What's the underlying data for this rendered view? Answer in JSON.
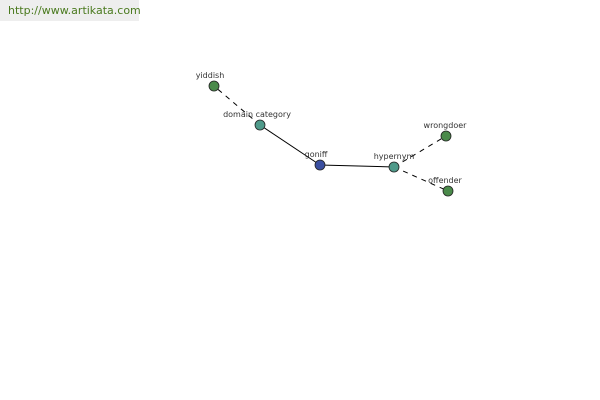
{
  "watermark": {
    "text": "http://www.artikata.com",
    "color": "#4a7a1e"
  },
  "colors": {
    "root": "#3a4fa0",
    "relation": "#4f9a8a",
    "leaf": "#4a8a4a",
    "edge": "#000000"
  },
  "graph": {
    "nodes": [
      {
        "id": "goniff",
        "label": "goniff",
        "kind": "root"
      },
      {
        "id": "domain-category",
        "label": "domain category",
        "kind": "relation"
      },
      {
        "id": "yiddish",
        "label": "yiddish",
        "kind": "leaf"
      },
      {
        "id": "hypernym",
        "label": "hypernym",
        "kind": "relation"
      },
      {
        "id": "wrongdoer",
        "label": "wrongdoer",
        "kind": "leaf"
      },
      {
        "id": "offender",
        "label": "offender",
        "kind": "leaf"
      }
    ],
    "edges": [
      {
        "from": "goniff",
        "to": "domain-category",
        "style": "solid"
      },
      {
        "from": "domain-category",
        "to": "yiddish",
        "style": "dashed"
      },
      {
        "from": "goniff",
        "to": "hypernym",
        "style": "solid"
      },
      {
        "from": "hypernym",
        "to": "wrongdoer",
        "style": "dashed"
      },
      {
        "from": "hypernym",
        "to": "offender",
        "style": "dashed"
      }
    ]
  }
}
